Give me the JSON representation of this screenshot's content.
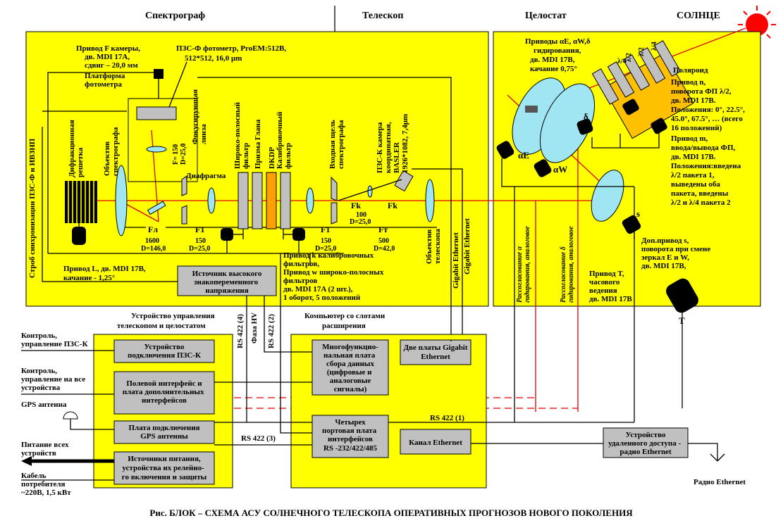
{
  "headers": {
    "spectrograph": "Спектрограф",
    "telescope": "Телескоп",
    "coelostat": "Целостат",
    "sun": "СОЛНЦЕ"
  },
  "caption": "Рис.  БЛОК – СХЕМА   АСУ СОЛНЕЧНОГО ТЕЛЕСКОПА ОПЕРАТИВНЫХ ПРОГНОЗОВ НОВОГО ПОКОЛЕНИЯ",
  "spectrograph": {
    "drive_f": [
      "Привод F камеры,",
      "дв. MDI 17А,",
      "сдвиг – 20,0 мм"
    ],
    "pzs_f": [
      "ПЗС-Ф фотометр, ProEM:512B,",
      "512*512, 16,0 μm"
    ],
    "platform": [
      "Платформа",
      "фотометра"
    ],
    "focusing_lens": [
      "Фокусирующая",
      "линза"
    ],
    "f_focus": [
      "F= 150",
      "D=25,0"
    ],
    "diffraction": [
      "Дифракционная",
      "решетка"
    ],
    "objective": [
      "Объектив",
      "спектрографа"
    ],
    "diaphragm": "Диафрагма",
    "wideband": [
      "Широко-полосный",
      "фильтр"
    ],
    "glan": "Призма Глана",
    "dkdp": "DKDP",
    "calibration": [
      "Калибровочный",
      "фильтр"
    ],
    "entrance_slit": [
      "Входная щель",
      "спектрографа"
    ],
    "camera_k": [
      "ПЗС-К камера",
      "координатная,",
      "BASLER",
      "1926*1082, 7,4μm"
    ],
    "telescope_objective": [
      "Объектив",
      "телескопа"
    ],
    "fl": "Fл",
    "fl_vals": [
      "1600",
      "D=146,0"
    ],
    "f1": "F1",
    "f1_vals": [
      "150",
      "D=25,0"
    ],
    "f1b": "F1",
    "f1b_vals": [
      "150",
      "D=25,0"
    ],
    "ft": "Fт",
    "ft_vals": [
      "500",
      "D=42,0"
    ],
    "fk1": "Fk",
    "fk_vals": [
      "100",
      "D=25,0"
    ],
    "fk2": "Fk",
    "drive_l": [
      "Привод L, дв. MDI 17B,",
      "качание - 1,25°"
    ],
    "hv_source": [
      "Источник высокого",
      "знакопеременного",
      "напряжения"
    ],
    "drive_k": [
      "Привод k калибровочных",
      "фильтров,",
      "Привод w широко-полосных",
      "фильтров",
      "дв. MDI 17A (2 шт.),",
      "1 оборот, 5 положений"
    ],
    "strobe": "Строб синхронизации ПЗС-Ф и ИВЗНП",
    "gigabit1": "Gigabit Ethernet",
    "gigabit2": "Gigabit Ethernet"
  },
  "coelostat": {
    "drives_ae": [
      "Приводы αE, αW,δ",
      "гидирования,",
      "дв. MDI 17B,",
      "качание 0,75°"
    ],
    "polaroid": "Поляроид",
    "drive_n": [
      "Привод n,",
      "поворота ФП λ/2,",
      "дв. MDI 17B.",
      "Положения: 0°, 22.5°,",
      "45.0°, 67.5°, … (всего",
      "16 положений)"
    ],
    "drive_m": [
      "Привод m,",
      "ввода/вывода ФП,",
      "дв. MDI 17B.",
      "Положения:введена",
      "λ/2 пакета 1,",
      "выведены оба",
      "пакета, введены",
      "λ/2 и λ/4 пакета 2"
    ],
    "waveplates": [
      "λ/4",
      "λ/2",
      "λ/2",
      "λ/4"
    ],
    "ae": "αE",
    "aw": "αW",
    "delta": "δ",
    "s": "s",
    "t": "T",
    "drive_s": [
      "Доп.привод s,",
      "поворота при смене",
      "зеркал  E и W,",
      "дв. MDI 17B,"
    ],
    "drive_t": [
      "Привод T,",
      "часового",
      "ведения",
      "дв. MDI 17B"
    ],
    "mismatch_a": [
      "Рассогласование α",
      "гидирования, аналоговое"
    ],
    "mismatch_d": [
      "Рассогласование δ",
      "гидирования, аналоговое"
    ]
  },
  "control": {
    "title": [
      "Устройство управления",
      "телескопом и целостатом"
    ],
    "pzs_k": [
      "Устройство",
      "подключения ПЗС-К"
    ],
    "field": [
      "Полевой интерфейс  и",
      "плата дополнительных",
      "интерфейсов"
    ],
    "gps": [
      "Плата подключения",
      "GPS антенны"
    ],
    "power": [
      "Источники питания,",
      "устройства их релейно-",
      "го включения и защиты"
    ]
  },
  "computer": {
    "title": [
      "Компьютер со слотами",
      "расширения"
    ],
    "daq": [
      "Многофункцио-",
      "нальная плата",
      "сбора данных",
      "(цифровые и",
      "аналоговые",
      "сигналы)"
    ],
    "gige": [
      "Две  платы Gigabit",
      "Ethernet"
    ],
    "ports": [
      "Четырех",
      "портовая плата",
      "интерфейсов",
      "RS -232/422/485"
    ],
    "eth": "Канал Ethernet"
  },
  "links": {
    "rs422_4": "RS 422 (4)",
    "phase_hv": "Фаза HV",
    "rs422_2": "RS 422 (2)",
    "rs422_3": "RS 422 (3)",
    "rs422_1": "RS 422 (1)"
  },
  "left": {
    "control_k": [
      "Контроль,",
      "управление ПЗС-К"
    ],
    "control_all": [
      "Контроль,",
      "управление на все",
      "устройства"
    ],
    "gps_antenna": "GPS антенна",
    "power_all": [
      "Питание всех",
      "устройств"
    ],
    "cable": [
      "Кабель",
      "потребителя",
      "~220В, 1,5 кВт"
    ]
  },
  "remote": {
    "device": [
      "Устройство",
      "удаленного доступа -",
      "радио Ethernet"
    ],
    "radio": "Радио Ethernet"
  },
  "colors": {
    "yellow": "#ffff00",
    "gray": "#c0c0c0",
    "red": "#e00000",
    "lens": "#9fe6f2",
    "orange": "#ffa000",
    "sun": "#ff0000"
  }
}
